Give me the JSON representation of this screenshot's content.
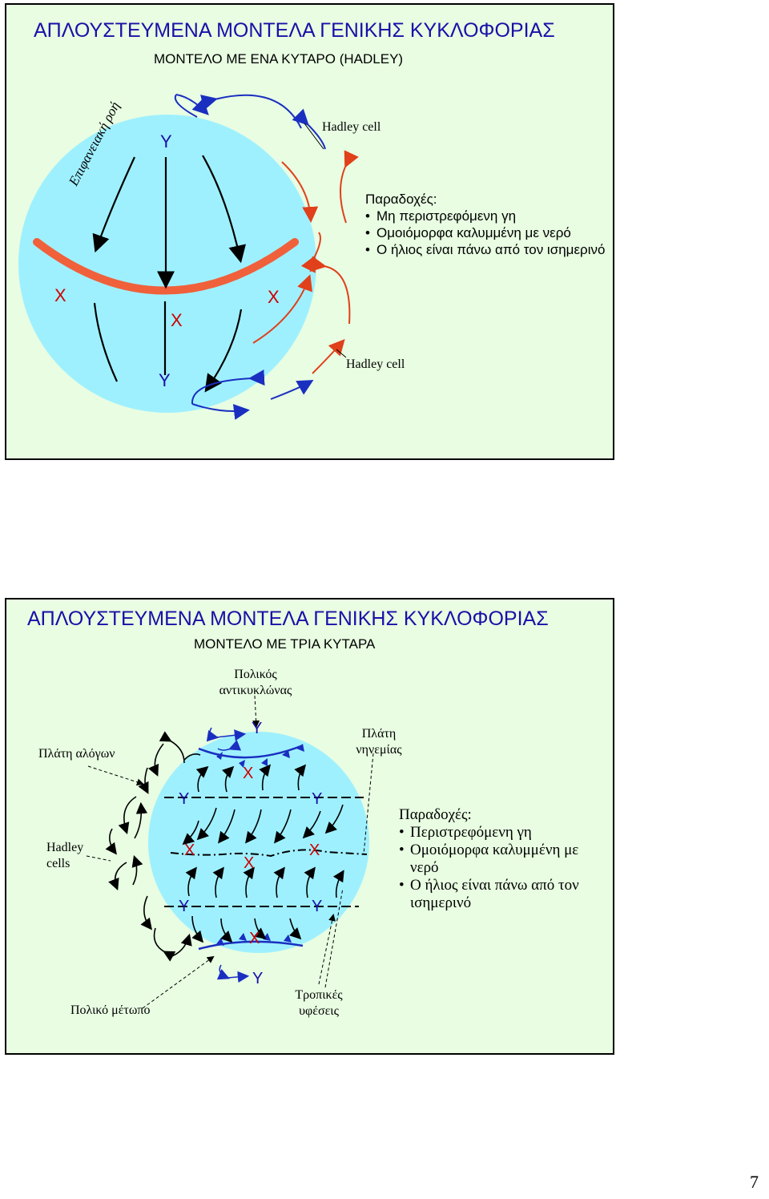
{
  "slide1": {
    "title": "ΑΠΛΟΥΣΤΕΥΜΕΝΑ ΜΟΝΤΕΛΑ ΓΕΝΙΚΗΣ ΚΥΚΛΟΦΟΡΙΑΣ",
    "subtitle": "ΜΟΝΤΕΛΟ ΜΕ ΕΝΑ ΚΥΤΑΡΟ (HADLEY)",
    "surface_flow_label": "Επιφανειακή ροή",
    "hadley_cell_top": "Hadley cell",
    "hadley_cell_bottom": "Hadley cell",
    "markers": {
      "y_top": "Y",
      "y_bottom": "Y",
      "x_left": "X",
      "x_center": "X",
      "x_right": "X"
    },
    "assumptions_title": "Παραδοχές:",
    "assumptions": [
      "Μη περιστρεφόμενη γη",
      "Ομοιόμορφα καλυμμένη με νερό",
      "Ο ήλιος είναι πάνω από τον ισημερινό"
    ]
  },
  "slide2": {
    "title": "ΑΠΛΟΥΣΤΕΥΜΕΝΑ ΜΟΝΤΕΛΑ ΓΕΝΙΚΗΣ ΚΥΚΛΟΦΟΡΙΑΣ",
    "subtitle": "ΜΟΝΤΕΛΟ ΜΕ ΤΡΙΑ ΚΥΤΑΡΑ",
    "polar_anticyclone": "Πολικός αντικυκλώνας",
    "horse_latitudes": "Πλάτη αλόγων",
    "doldrums": "Πλάτη νηνεμίας",
    "hadley_cells": "Hadley cells",
    "polar_front": "Πολικό μέτωπο",
    "tropical_lows": "Τροπικές υφέσεις",
    "markers": {
      "y_pole_top": "Y",
      "x_top": "X",
      "y_left_upper": "Y",
      "y_right_upper": "Y",
      "x_left_mid": "X",
      "x_center_mid": "X",
      "x_right_mid": "X",
      "y_left_lower": "Y",
      "y_right_lower": "Y",
      "x_bottom": "X",
      "y_pole_bottom": "Y"
    },
    "assumptions_title": "Παραδοχές:",
    "assumptions": [
      "Περιστρεφόμενη γη",
      "Ομοιόμορφα καλυμμένη με νερό",
      "Ο ήλιος είναι πάνω από τον ισημερινό"
    ]
  },
  "page_number": "7",
  "colors": {
    "slide_bg": "#e8fde2",
    "globe": "#9ff0ff",
    "title": "#1a0fa8",
    "equator": "#f0603a",
    "marker_red": "#cc0000"
  }
}
